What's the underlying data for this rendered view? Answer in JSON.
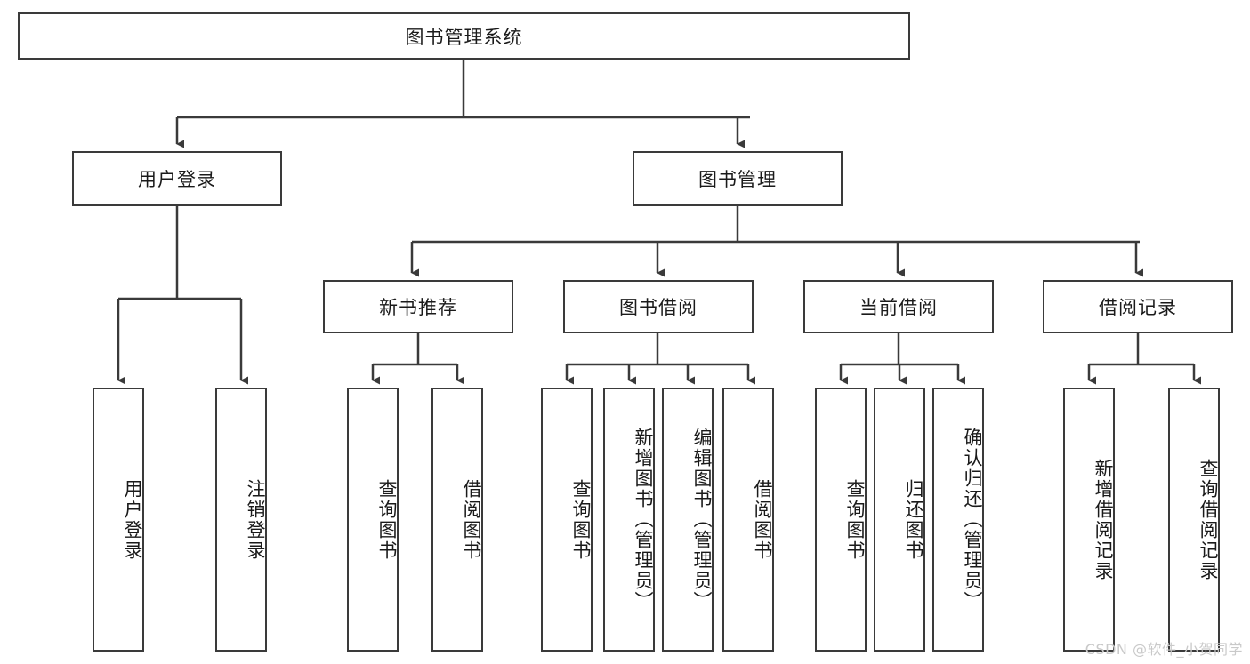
{
  "diagram": {
    "title_node": {
      "id": "root",
      "label": "图书管理系统"
    },
    "level2": [
      {
        "id": "login",
        "label": "用户登录"
      },
      {
        "id": "bookmgmt",
        "label": "图书管理"
      }
    ],
    "level3": [
      {
        "id": "newbook",
        "label": "新书推荐"
      },
      {
        "id": "borrow",
        "label": "图书借阅"
      },
      {
        "id": "current",
        "label": "当前借阅"
      },
      {
        "id": "record",
        "label": "借阅记录"
      }
    ],
    "leaves": {
      "login": [
        {
          "id": "leaf-user-login",
          "label": "用户登录"
        },
        {
          "id": "leaf-logout",
          "label": "注销登录"
        }
      ],
      "newbook": [
        {
          "id": "leaf-query-book-1",
          "label": "查询图书"
        },
        {
          "id": "leaf-borrow-book-1",
          "label": "借阅图书"
        }
      ],
      "borrow": [
        {
          "id": "leaf-query-book-2",
          "label": "查询图书"
        },
        {
          "id": "leaf-add-book",
          "label": "新增图书（管理员）"
        },
        {
          "id": "leaf-edit-book",
          "label": "编辑图书（管理员）"
        },
        {
          "id": "leaf-borrow-book-2",
          "label": "借阅图书"
        }
      ],
      "current": [
        {
          "id": "leaf-query-book-3",
          "label": "查询图书"
        },
        {
          "id": "leaf-return-book",
          "label": "归还图书"
        },
        {
          "id": "leaf-confirm-return",
          "label": "确认归还（管理员）"
        }
      ],
      "record": [
        {
          "id": "leaf-add-record",
          "label": "新增借阅记录"
        },
        {
          "id": "leaf-query-record",
          "label": "查询借阅记录"
        }
      ]
    },
    "watermark": "CSDN @软件_小贺同学",
    "colors": {
      "border": "#3a3a3a",
      "text": "#1a1a1a",
      "background": "#ffffff",
      "watermark": "#c9c9c9"
    }
  }
}
